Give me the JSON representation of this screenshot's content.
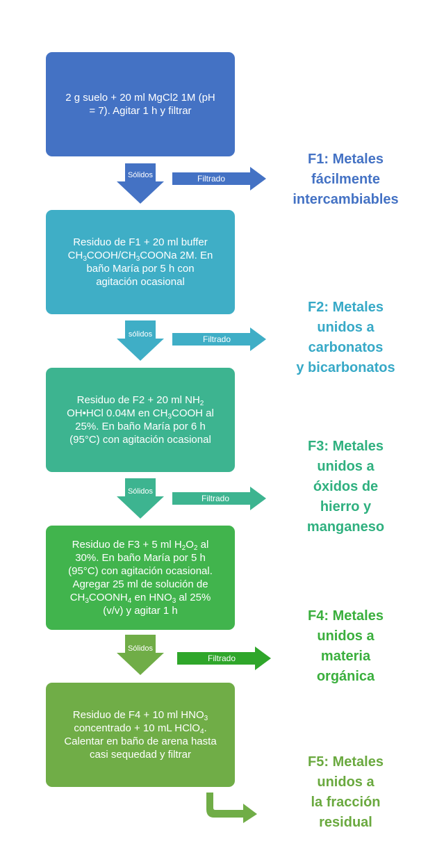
{
  "colors": {
    "s1": "#4472c4",
    "s2": "#3faec6",
    "s3": "#3db490",
    "s4": "#41b44d",
    "s5": "#70ad47",
    "r1": "#4472c4",
    "r2": "#37a9c7",
    "r3": "#2fb07f",
    "r4": "#3aaf3d",
    "r5": "#6aa93f"
  },
  "steps": [
    {
      "lines": [
        "2 g suelo + 20 ml MgCl2 1M (pH",
        "= 7). Agitar 1 h y filtrar"
      ]
    },
    {
      "lines": [
        "Residuo de F1 + 20 ml buffer",
        "CH",
        "3",
        "COOH/CH",
        "3",
        "COONa 2M. En",
        "baño María por 5 h con",
        "agitación ocasional"
      ]
    },
    {
      "lines": [
        "Residuo de F2 + 20 ml NH",
        "2",
        "OH•HCl 0.04M en CH",
        "3",
        "COOH al",
        "25%. En baño María por 6 h",
        "(95°C) con agitación ocasional"
      ]
    },
    {
      "lines": [
        "Residuo de F3 + 5 ml  H",
        "2",
        "O",
        "2",
        " al",
        "30%.  En baño María por 5 h",
        "(95°C) con agitación ocasional.",
        "Agregar 25 ml de solución de",
        "CH",
        "3",
        "COONH",
        "4",
        " en HNO",
        "3",
        " al 25%",
        "(v/v)  y  agitar  1 h"
      ]
    },
    {
      "lines": [
        "Residuo de F4 + 10 ml HNO",
        "3",
        "concentrado + 10 mL HClO",
        "4",
        ".",
        "Calentar en baño de arena hasta",
        "casi sequedad y filtrar"
      ]
    }
  ],
  "connectors": [
    {
      "down": "Sólidos",
      "right": "Filtrado"
    },
    {
      "down": "sólidos",
      "right": "Filtrado"
    },
    {
      "down": "Sólidos",
      "right": "Filtrado"
    },
    {
      "down": "Sólidos",
      "right": "Filtrado"
    }
  ],
  "results": [
    {
      "lines": [
        "F1: Metales",
        "fácilmente",
        "intercambiables"
      ]
    },
    {
      "lines": [
        "F2: Metales",
        "unidos a",
        "carbonatos",
        "y bicarbonatos"
      ]
    },
    {
      "lines": [
        "F3: Metales",
        "unidos a",
        "óxidos de",
        "hierro y",
        "manganeso"
      ]
    },
    {
      "lines": [
        "F4: Metales",
        "unidos a",
        "materia",
        "orgánica"
      ]
    },
    {
      "lines": [
        "F5: Metales",
        "unidos a",
        "la fracción",
        "residual"
      ]
    }
  ]
}
